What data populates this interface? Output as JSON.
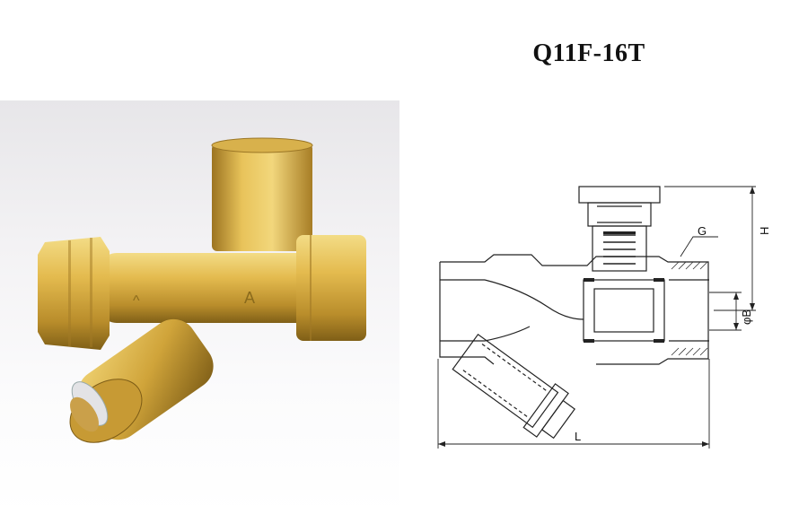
{
  "title": "Q11F-16T",
  "dimension_labels": {
    "length": "L",
    "height": "H",
    "thread": "G",
    "bore": "φB"
  },
  "colors": {
    "brass_light": "#e9c45a",
    "brass_mid": "#c9a037",
    "brass_dark": "#8a6a1c",
    "line": "#222222"
  }
}
